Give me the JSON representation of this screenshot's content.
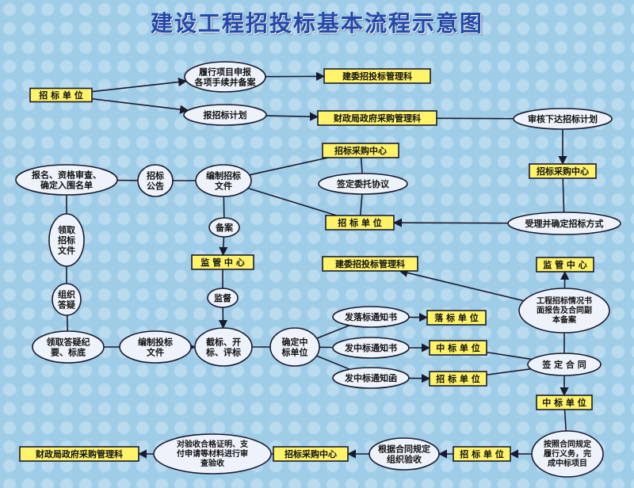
{
  "title": "建设工程招投标基本流程示意图",
  "colors": {
    "box_fill": "#fff36a",
    "ellipse_fill": "#eef3fb",
    "stroke": "#1a1a2e",
    "title": "#2448a8"
  },
  "nodes": {
    "tender_unit_top": "招 标 单 位",
    "perform_project_approval": "履行项目申报\n各项手续并备案",
    "construction_committee_top": "建委招投标管理科",
    "report_tender_plan": "报招标计划",
    "finance_procurement_top": "财政局政府采购管理科",
    "review_issue_plan": "审核下达招标计划",
    "registration_prequal": "报名、资格审查、\n确定入围名单",
    "tender_notice": "招标\n公告",
    "compile_tender_docs": "编制招标\n文件",
    "procurement_center_top": "招标采购中心",
    "sign_commission": "签定委托协议",
    "procurement_center_right": "招标采购中心",
    "tender_unit_mid": "招 标 单 位",
    "accept_method": "受理并确定招标方式",
    "receive_tender_docs": "领取\n招标\n文件",
    "filing": "备案",
    "supervision_center_1": "监 管 中 心",
    "construction_committee_mid": "建委招投标管理科",
    "supervision_center_2": "监 管 中 心",
    "q_and_a": "组织\n答疑",
    "supervise": "监督",
    "project_report": "工程招标情况书\n面报告及合同副\n本备案",
    "receive_qa": "领取答疑纪\n要、标底",
    "compile_bid_docs": "编制投标\n文件",
    "open_evaluate": "截标、开\n标、评标",
    "decide_winner": "确定中\n标单位",
    "notice_losing": "发落标通知书",
    "losing_unit": "落 标 单 位",
    "notice_winning": "发中标通知书",
    "winning_unit_mid": "中 标 单 位",
    "sign_contract": "签 定 合 同",
    "notice_letter": "发中标通知函",
    "tender_unit_low": "招 标 单 位",
    "winning_unit_low": "中 标 单 位",
    "perform_obligations": "按照合同规定\n履行义务，完\n成中标项目",
    "tender_unit_bottom": "招 标 单 位",
    "acceptance": "根据合同规定\n组织验收",
    "procurement_center_bottom": "招标采购中心",
    "payment_review": "对验收合格证明、支\n付申请等材料进行审\n查验收",
    "finance_procurement_bottom": "财政局政府采购管理科"
  }
}
